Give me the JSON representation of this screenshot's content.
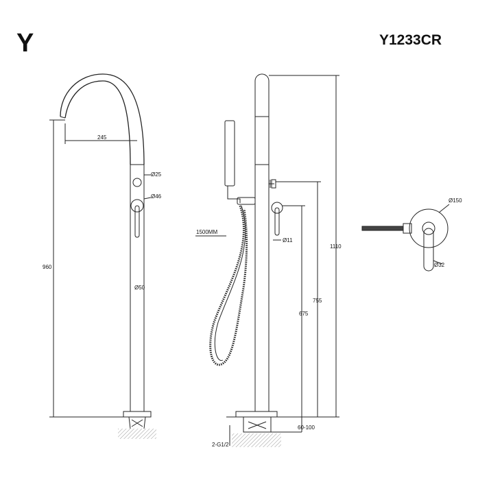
{
  "brand_mark": "Y",
  "model_code": "Y1233CR",
  "dimensions": {
    "spout_reach": "245",
    "diameter_25": "Ø25",
    "diameter_46": "Ø46",
    "total_height_left": "960",
    "pipe_diameter": "Ø50",
    "hose_length": "1500MM",
    "diameter_11": "Ø11",
    "total_height": "1110",
    "height_755": "755",
    "height_675": "675",
    "floor_range": "60-100",
    "inlet": "2-G1/2",
    "plate_diameter": "Ø150",
    "handle_diameter": "Ø32"
  },
  "colors": {
    "line": "#222222",
    "hatch": "#999999"
  }
}
